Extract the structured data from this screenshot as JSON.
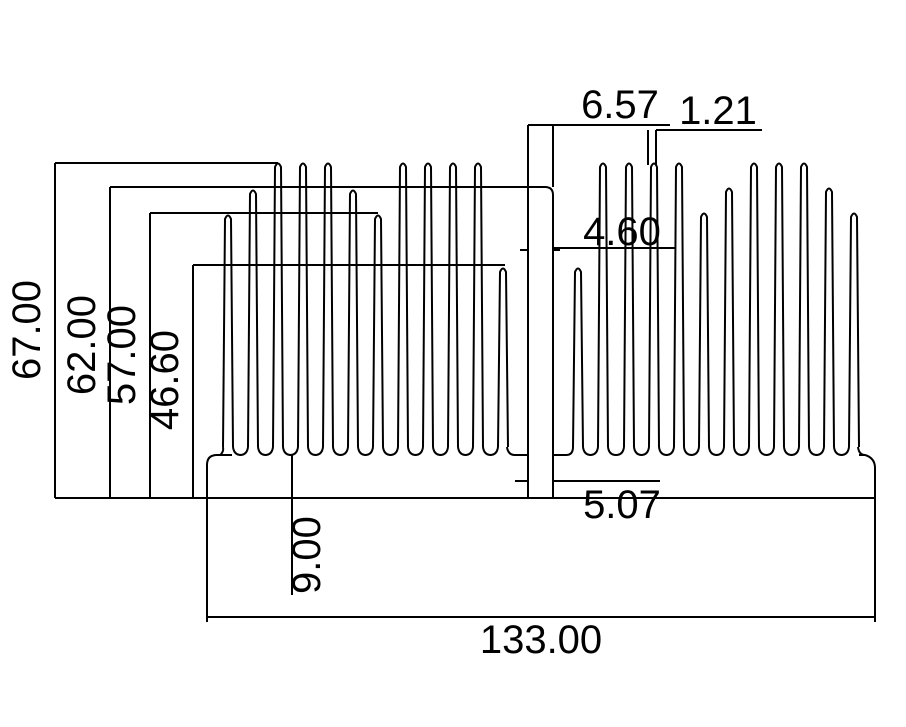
{
  "drawing": {
    "title": "Heatsink profile",
    "line_color": "#000000",
    "background": "#ffffff",
    "dimensions": {
      "overall_height": "67.00",
      "height_2": "62.00",
      "height_3": "57.00",
      "height_4": "46.60",
      "base_thickness": "9.00",
      "overall_width": "133.00",
      "slot_width": "6.57",
      "fin_thickness": "1.21",
      "slot_inner": "4.60",
      "slot_bottom": "5.07"
    }
  }
}
